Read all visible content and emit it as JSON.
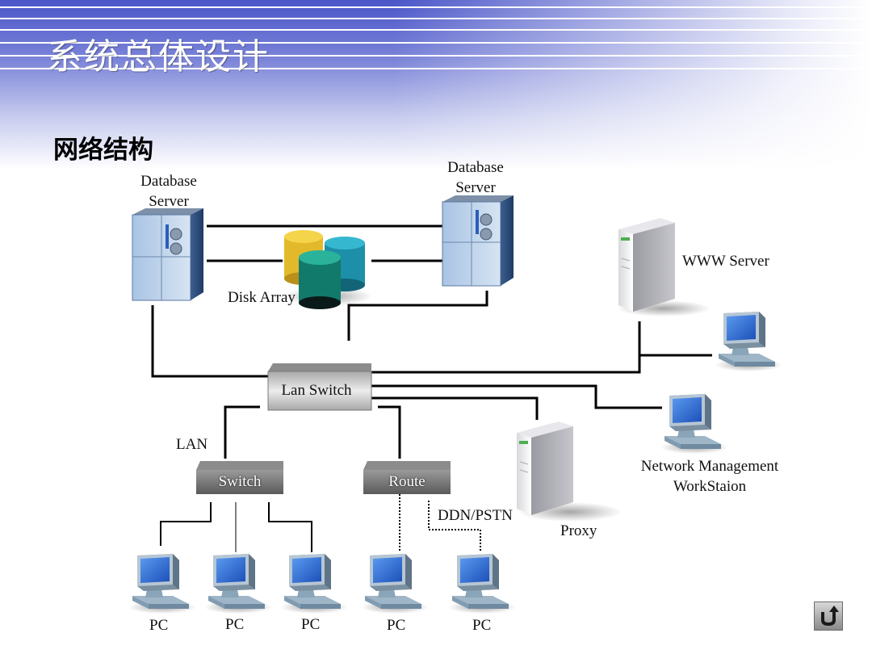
{
  "slide": {
    "title": "系统总体设计",
    "section": "网络结构"
  },
  "labels": {
    "db_server_left": "Database Server",
    "db_server_right": "Database Server",
    "disk_array": "Disk Array",
    "www_server": "WWW Server",
    "lan_switch": "Lan Switch",
    "lan": "LAN",
    "switch": "Switch",
    "route": "Route",
    "ddn_pstn": "DDN/PSTN",
    "proxy": "Proxy",
    "nm_workstation_line1": "Network Management",
    "nm_workstation_line2": "WorkStaion",
    "pc": [
      "PC",
      "PC",
      "PC",
      "PC",
      "PC"
    ]
  },
  "icons": {
    "return": "return-arrow-icon",
    "server": "tower-server-icon",
    "computer": "desktop-computer-icon",
    "storage": "disk-cylinder-icon"
  },
  "colors": {
    "header_blue": "#4a55c8",
    "line": "#000000",
    "monitor_screen": "#2f6fd8",
    "box": "#6e6e6e"
  }
}
